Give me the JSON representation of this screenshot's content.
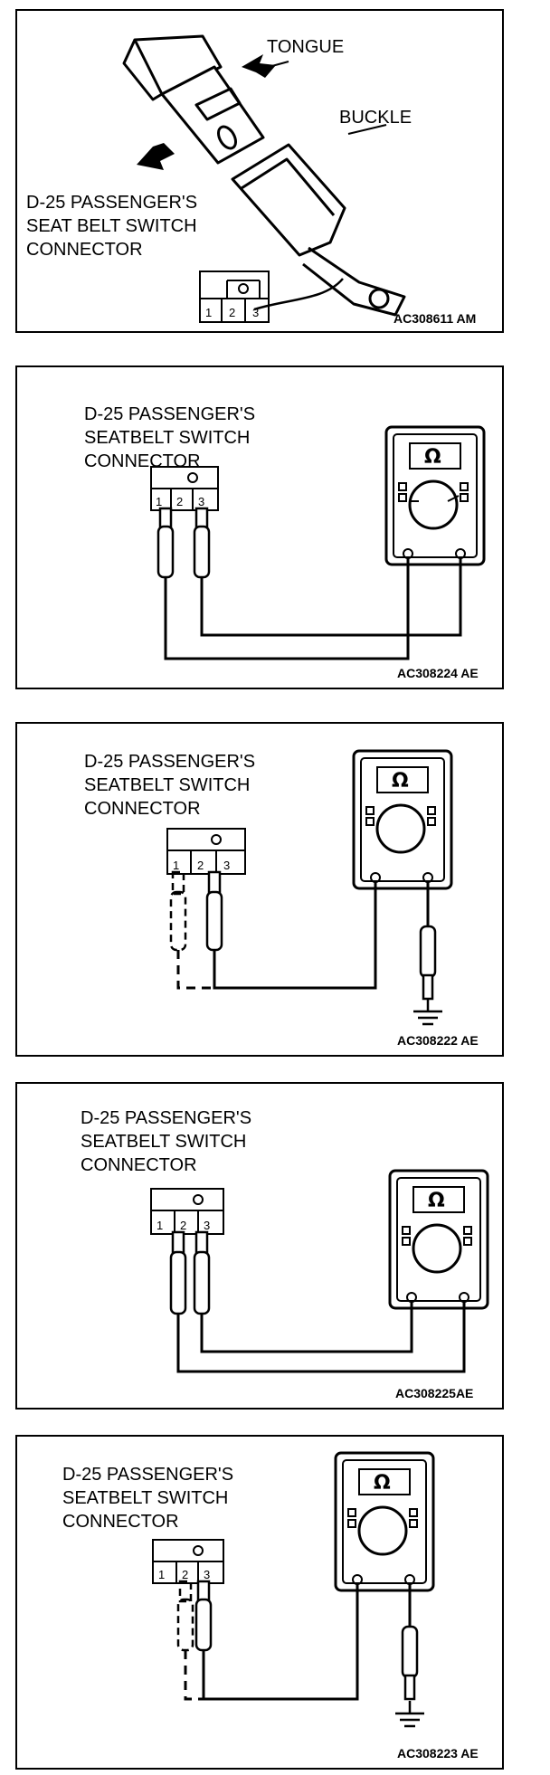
{
  "panel1": {
    "labels": {
      "tongue": "TONGUE",
      "buckle": "BUCKLE"
    },
    "connector_name": [
      "D-25 PASSENGER'S",
      "SEAT BELT SWITCH",
      "CONNECTOR"
    ],
    "pins": [
      "1",
      "2",
      "3"
    ],
    "code": "AC308611 AM"
  },
  "panel2": {
    "connector_name": [
      "D-25 PASSENGER'S",
      "SEATBELT SWITCH",
      "CONNECTOR"
    ],
    "pins": [
      "1",
      "2",
      "3"
    ],
    "meter_symbol": "Ω",
    "code": "AC308224 AE"
  },
  "panel3": {
    "connector_name": [
      "D-25 PASSENGER'S",
      "SEATBELT SWITCH",
      "CONNECTOR"
    ],
    "pins": [
      "1",
      "2",
      "3"
    ],
    "meter_symbol": "Ω",
    "code": "AC308222 AE"
  },
  "panel4": {
    "connector_name": [
      "D-25 PASSENGER'S",
      "SEATBELT SWITCH",
      "CONNECTOR"
    ],
    "pins": [
      "1",
      "2",
      "3"
    ],
    "meter_symbol": "Ω",
    "code": "AC308225AE"
  },
  "panel5": {
    "connector_name": [
      "D-25 PASSENGER'S",
      "SEATBELT SWITCH",
      "CONNECTOR"
    ],
    "pins": [
      "1",
      "2",
      "3"
    ],
    "meter_symbol": "Ω",
    "code": "AC308223 AE"
  }
}
